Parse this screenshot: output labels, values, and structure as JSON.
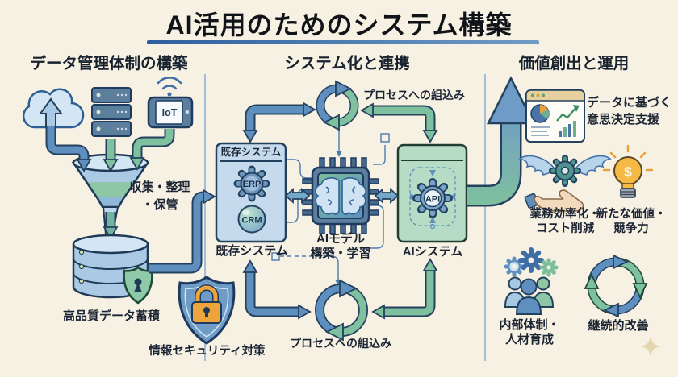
{
  "title": "AI活用のためのシステム構築",
  "left": {
    "header": "データ管理体制の構築",
    "iot": "IoT",
    "collect_line1": "収集・整理",
    "collect_line2": "・保管",
    "database": "高品質データ蓄積",
    "security": "情報セキュリティ対策"
  },
  "middle": {
    "header": "システム化と連携",
    "process_top": "プロセスへの組込み",
    "process_bottom": "プロセスへの組込み",
    "legacy_header": "既存システム",
    "erp": "ERP",
    "crm": "CRM",
    "legacy": "既存システム",
    "ai_model_line1": "AIモデル",
    "ai_model_line2": "構築・学習",
    "api": "API",
    "ai_system": "AIシステム"
  },
  "right": {
    "header": "価値創出と運用",
    "decision_line1": "データに基づく",
    "decision_line2": "意思決定支援",
    "efficiency_line1": "業務効率化・",
    "efficiency_line2": "コスト削減",
    "value_line1": "新たな価値・",
    "value_line2": "競争力",
    "internal_line1": "内部体制・",
    "internal_line2": "人材育成",
    "improvement": "継続的改善",
    "dollar": "$"
  },
  "colors": {
    "background": "#f7f1e3",
    "outline": "#24415e",
    "arrow_blue": "#5e8fbe",
    "arrow_green": "#7fc09e",
    "underline": "#3f6ea6",
    "orange": "#eda43b"
  }
}
